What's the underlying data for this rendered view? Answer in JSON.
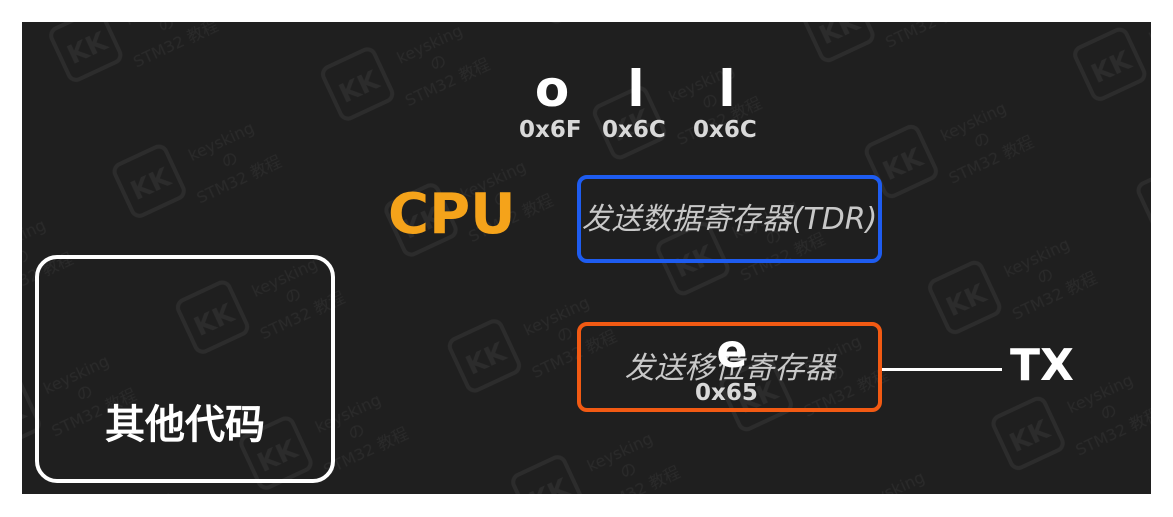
{
  "queue": [
    {
      "char": "o",
      "hex": "0x6F"
    },
    {
      "char": "l",
      "hex": "0x6C"
    },
    {
      "char": "l",
      "hex": "0x6C"
    }
  ],
  "cpu_label": "CPU",
  "tdr_label": "发送数据寄存器(TDR)",
  "tsr_label": "发送移位寄存器",
  "current": {
    "char": "e",
    "hex": "0x65"
  },
  "other_code_label": "其他代码",
  "tx_label": "TX",
  "watermark": {
    "logo": "KK",
    "line1": "keysking",
    "line2": "の",
    "line3": "STM32 教程"
  },
  "colors": {
    "background": "#1f1f1f",
    "cpu": "#f5a31a",
    "tdr_border": "#1e5cf0",
    "tsr_border": "#f25a13",
    "text": "#ffffff"
  }
}
